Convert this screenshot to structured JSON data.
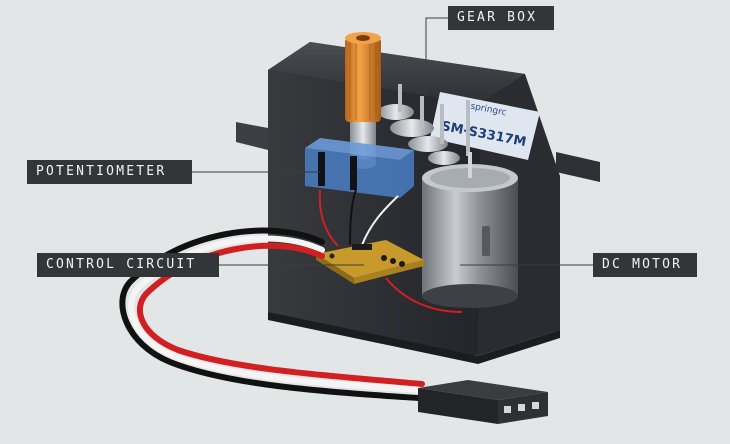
{
  "labels": {
    "gear_box": "GEAR BOX",
    "potentiometer": "POTENTIOMETER",
    "control_circuit": "CONTROL CIRCUIT",
    "dc_motor": "DC MOTOR"
  },
  "case_text": {
    "brand": "springrc",
    "model": "SM-S3317M"
  },
  "colors": {
    "background": "#e3e6e6",
    "label_bg": "#333638",
    "label_text": "#f2f2f2",
    "housing": "#2b2d30",
    "potentiometer": "#4a7fc4",
    "circuit_board": "#c89a2c",
    "output_gear": "#e08a2a",
    "wire_black": "#111111",
    "wire_red": "#d11f22",
    "wire_white": "#f4f4f4"
  }
}
